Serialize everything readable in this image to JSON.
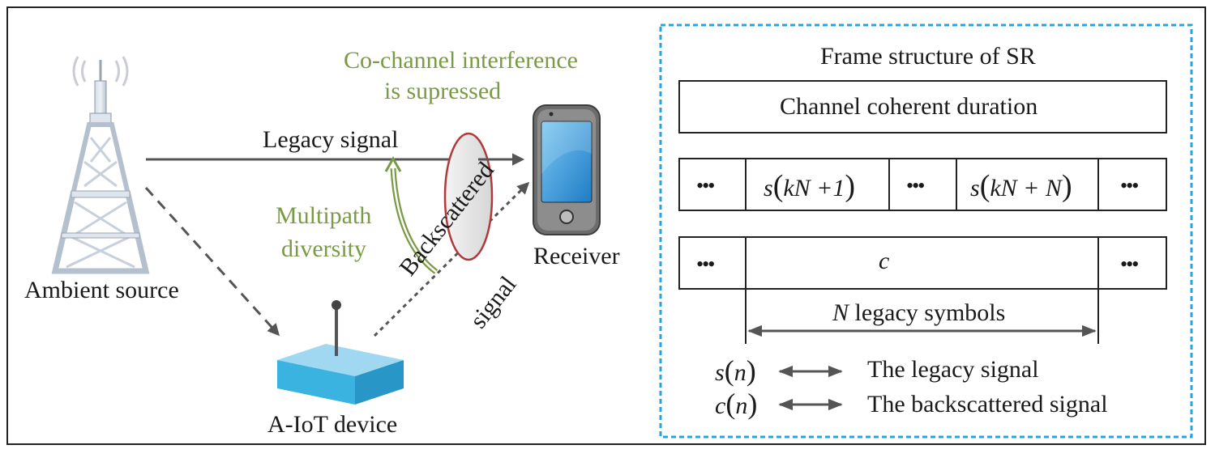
{
  "left": {
    "ambient_source_label": "Ambient source",
    "device_label": "A-IoT device",
    "receiver_label": "Receiver",
    "legacy_signal_label": "Legacy signal",
    "interference_line1": "Co-channel interference",
    "interference_line2": "is supressed",
    "multipath_line1": "Multipath",
    "multipath_line2": "diversity",
    "backscattered_line1": "Backscattered",
    "backscattered_line2": "signal"
  },
  "frame": {
    "title": "Frame structure of SR",
    "coherent_label": "Channel coherent duration",
    "row1": {
      "ellipsis": "•••",
      "cell2_prefix": "s",
      "cell2_inner": "kN +1",
      "cell4_prefix": "s",
      "cell4_inner": "kN + N"
    },
    "row2": {
      "ellipsis": "•••",
      "center": "c"
    },
    "span_var": "N",
    "span_text": " legacy symbols",
    "legend": [
      {
        "symbol": "s",
        "arg": "n",
        "text": "The legacy signal"
      },
      {
        "symbol": "c",
        "arg": "n",
        "text": "The backscattered signal"
      }
    ]
  },
  "colors": {
    "green": "#7a9a45",
    "dashed_frame": "#29a3dc",
    "ellipse": "#b03a3a",
    "arrow": "#555555",
    "device_top": "#9fd8f0",
    "device_side": "#3bb3e0"
  },
  "icons": [
    "tower-icon",
    "phone-icon",
    "iot-device-icon"
  ]
}
